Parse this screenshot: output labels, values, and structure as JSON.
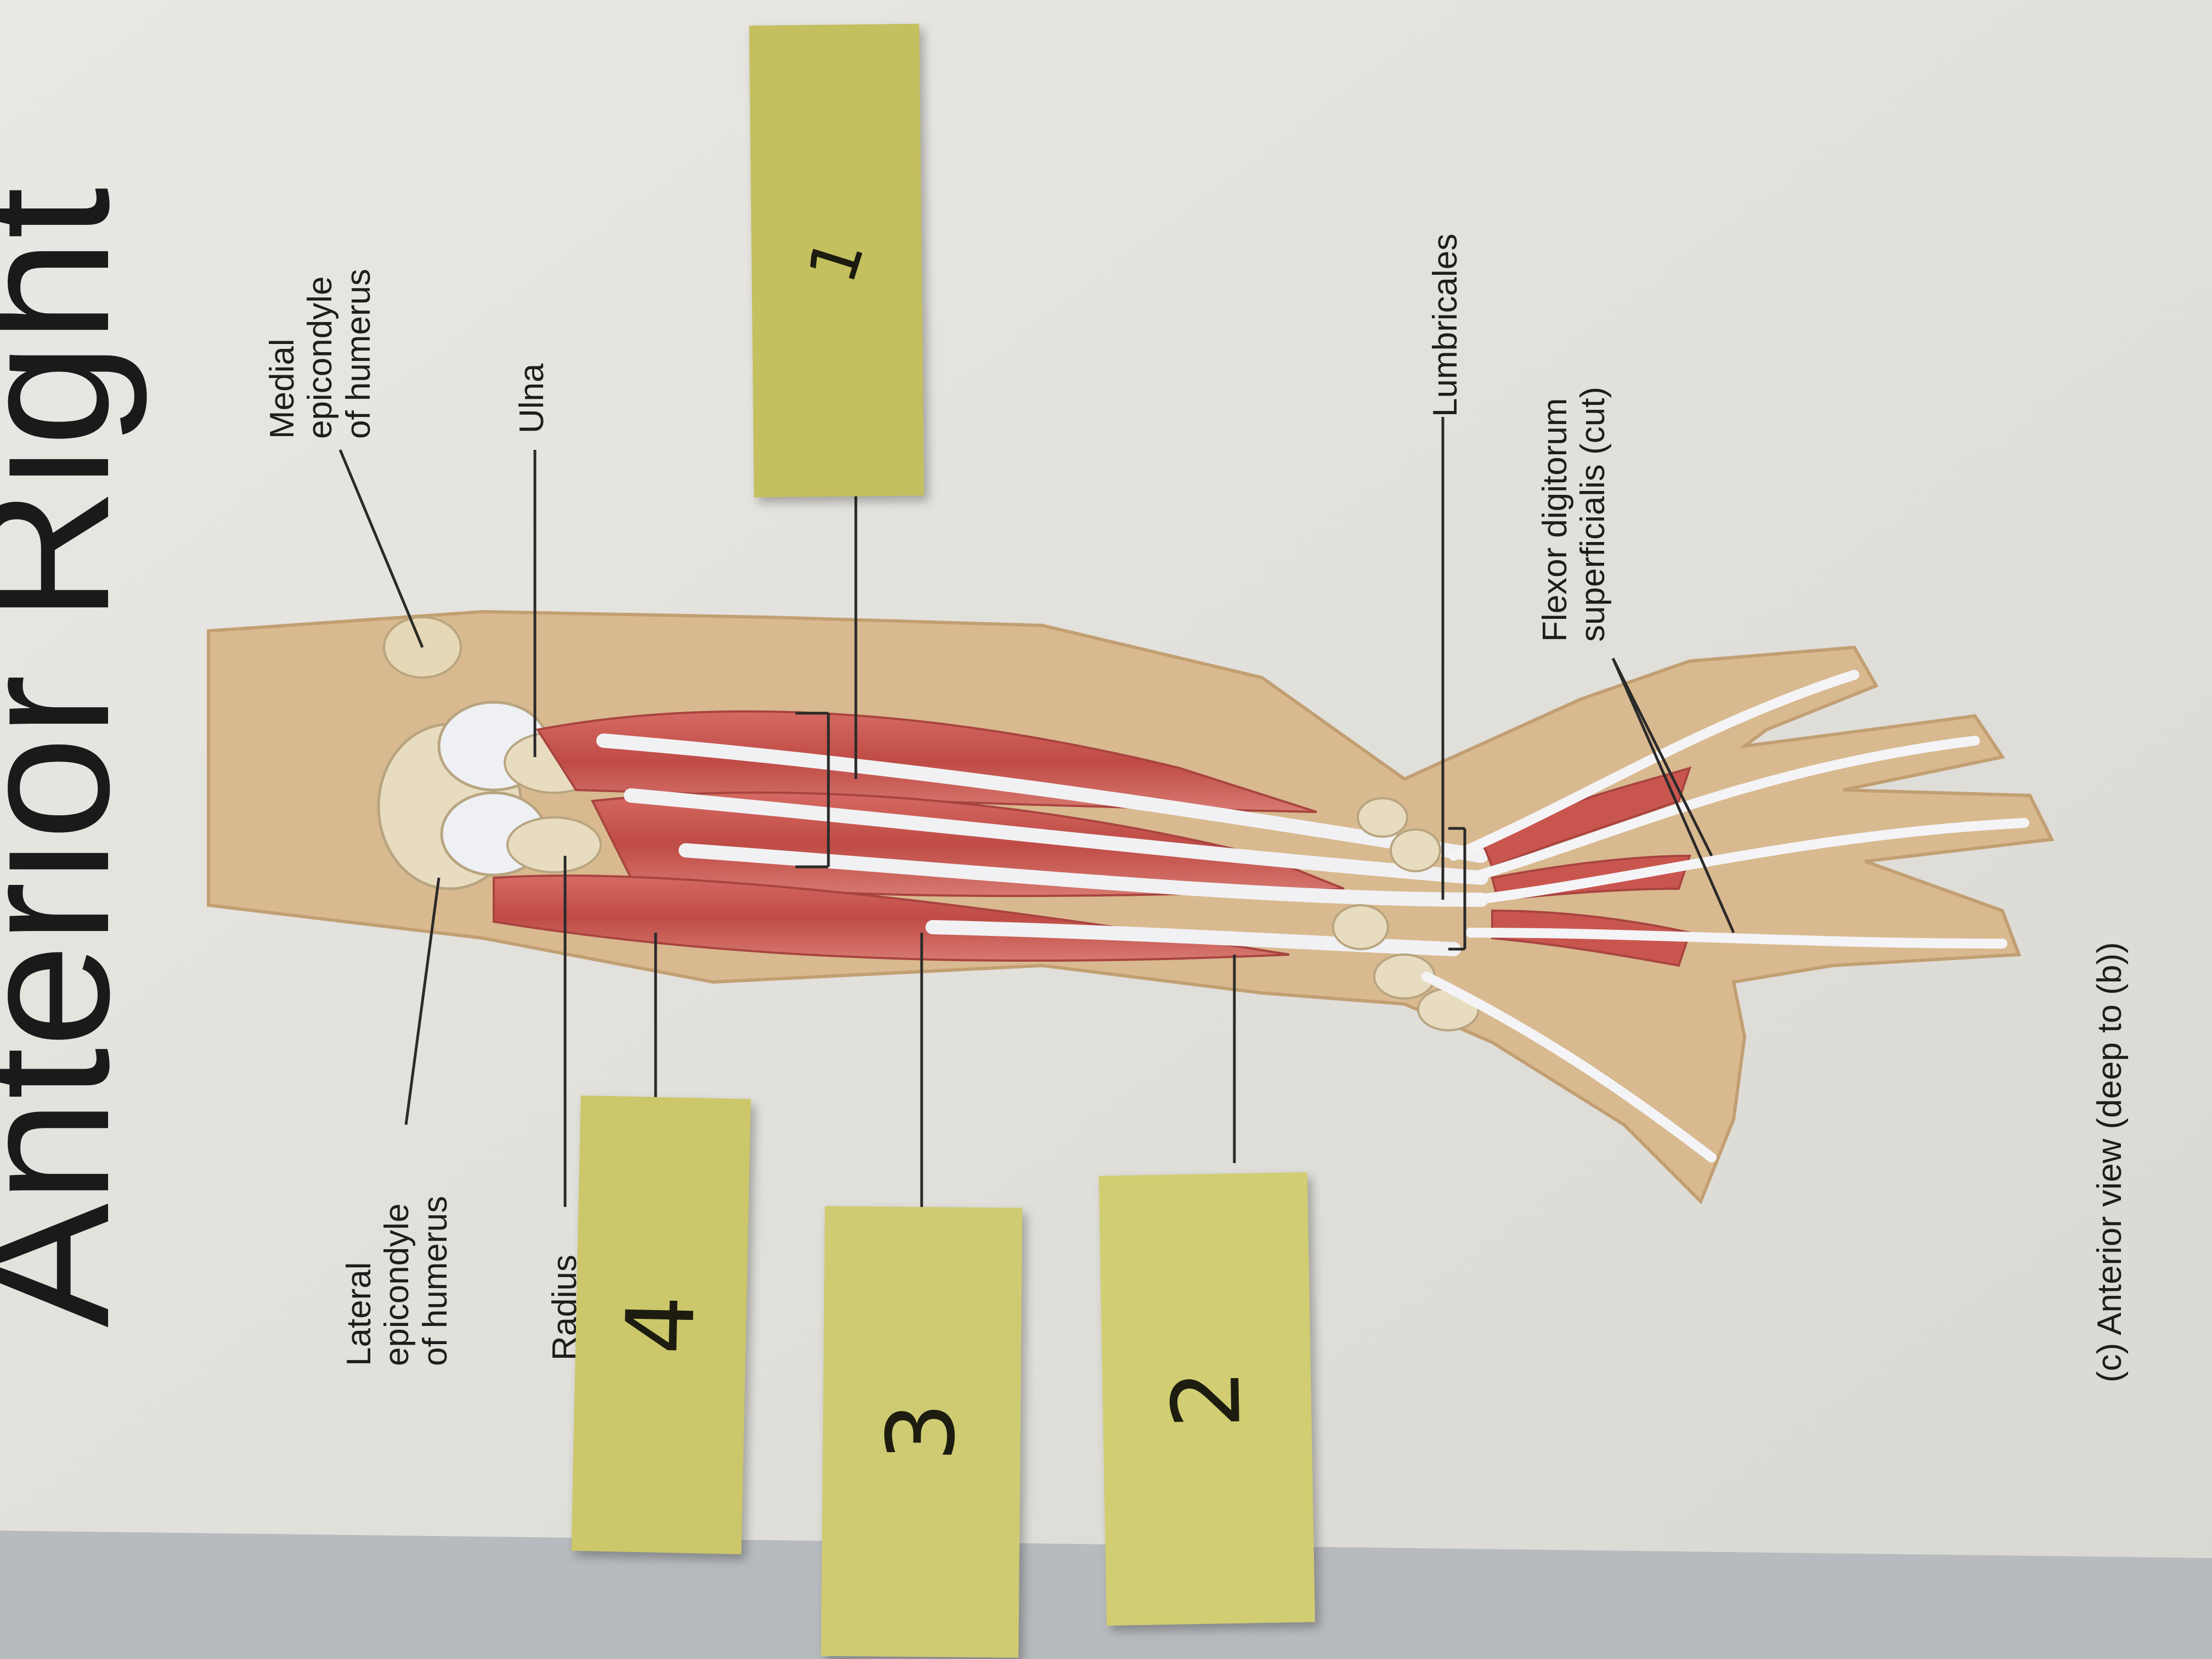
{
  "heading": "Anterior Right",
  "labels": {
    "medial_epicondyle": [
      "Medial",
      "epicondyle",
      "of humerus"
    ],
    "ulna": [
      "Ulna"
    ],
    "lateral_epicondyle": [
      "Lateral",
      "epicondyle",
      "of humerus"
    ],
    "radius": [
      "Radius"
    ],
    "lumbricales": [
      "Lumbricales"
    ],
    "flexor_digitorum": [
      "Flexor digitorum",
      "superficialis (cut)"
    ]
  },
  "caption": "(c) Anterior view (deep to (b))",
  "sticky_notes": [
    {
      "number": "1"
    },
    {
      "number": "2"
    },
    {
      "number": "3"
    },
    {
      "number": "4"
    }
  ],
  "colors": {
    "paper": "#e4e2dc",
    "skin": "#d9b98f",
    "muscle": "#c9564e",
    "tendon": "#eeeef2",
    "bone": "#e8dcc0",
    "sticky_note": "#cbc76a",
    "desk": "#b9bcc0"
  }
}
